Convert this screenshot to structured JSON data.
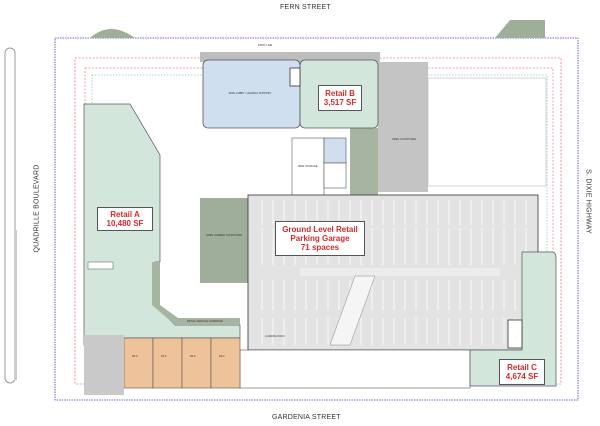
{
  "streets": {
    "north": "FERN STREET",
    "south": "GARDENIA STREET",
    "west": "QUADRILLE BOULEVARD",
    "east": "S. DIXIE HIGHWAY"
  },
  "spaces": {
    "retail_a": {
      "name": "Retail A",
      "area": "10,480 SF"
    },
    "retail_b": {
      "name": "Retail B",
      "area": "3,517 SF"
    },
    "retail_c": {
      "name": "Retail C",
      "area": "4,674 SF"
    },
    "garage": {
      "line1": "Ground Level Retail",
      "line2": "Parking Garage",
      "line3": "71 spaces"
    }
  },
  "small_labels": {
    "lobby": "MAIN LOBBY / LEASING SUPPORT",
    "garden": "OPEN GARDEN COURTYARD",
    "corridor": "RETAIL SERVICE CORRIDOR",
    "courtyard_east": "OPEN COURTYARD",
    "prop_line": "PROP. LINE",
    "loading": "LOADING DOCK",
    "bike": "BIKE STORAGE",
    "unit": "R2.2"
  },
  "colors": {
    "retail_green": "#d3e6dc",
    "lobby_blue": "#cfdff0",
    "retail_unit_orange": "#efc39a",
    "landscape_green": "#9fae98",
    "garage_gray": "#e3e3e3",
    "label_red": "#d62a2a",
    "property_line_blue": "#3b3bd0",
    "setback_red": "#e04a4a"
  }
}
